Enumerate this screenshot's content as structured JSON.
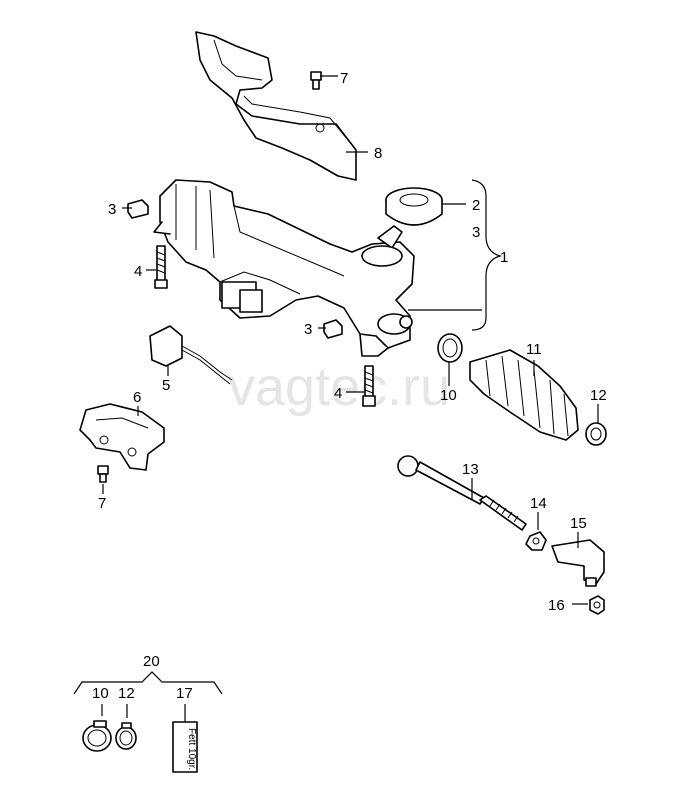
{
  "watermark": "vagtec.ru",
  "callouts": {
    "p1": "1",
    "p2": "2",
    "p3a": "3",
    "p3b": "3",
    "p3c": "3",
    "p4a": "4",
    "p4b": "4",
    "p5": "5",
    "p6": "6",
    "p7a": "7",
    "p7b": "7",
    "p8": "8",
    "p10": "10",
    "p11": "11",
    "p12": "12",
    "p13": "13",
    "p14": "14",
    "p15": "15",
    "p16": "16",
    "p20": "20",
    "p20_10": "10",
    "p20_12": "12",
    "p20_17": "17"
  },
  "kit_label": "Fett 10gr."
}
